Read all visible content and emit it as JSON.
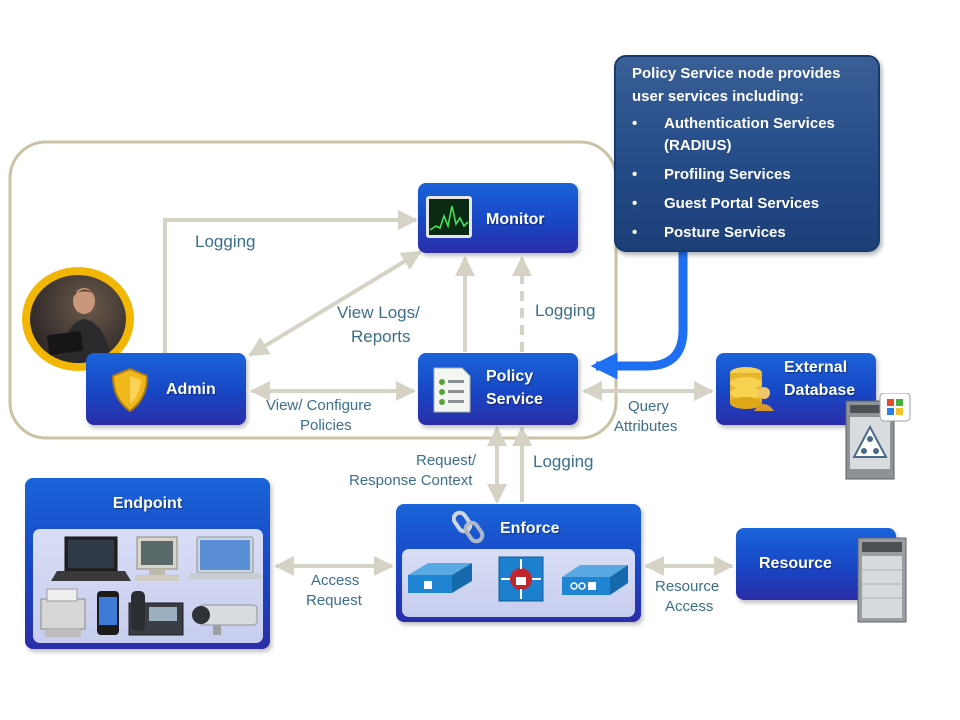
{
  "nodes": {
    "monitor": "Monitor",
    "admin": "Admin",
    "policy_service": [
      "Policy",
      "Service"
    ],
    "external_database": [
      "External",
      "Database"
    ],
    "endpoint": "Endpoint",
    "enforce": "Enforce",
    "resource": "Resource"
  },
  "edge_labels": {
    "admin_to_monitor": "Logging",
    "view_logs": [
      "View Logs/",
      "Reports"
    ],
    "policy_to_monitor": "Logging",
    "view_configure": [
      "View/ Configure",
      "Policies"
    ],
    "query_attributes": [
      "Query",
      "Attributes"
    ],
    "request_response": [
      "Request/",
      "Response Context"
    ],
    "enforce_logging": "Logging",
    "access_request": [
      "Access",
      "Request"
    ],
    "resource_access": [
      "Resource",
      "Access"
    ]
  },
  "callout": {
    "title": "Policy Service node provides user services including:",
    "items": [
      "Authentication Services (RADIUS)",
      "Profiling Services",
      "Guest Portal Services",
      "Posture Services"
    ]
  }
}
